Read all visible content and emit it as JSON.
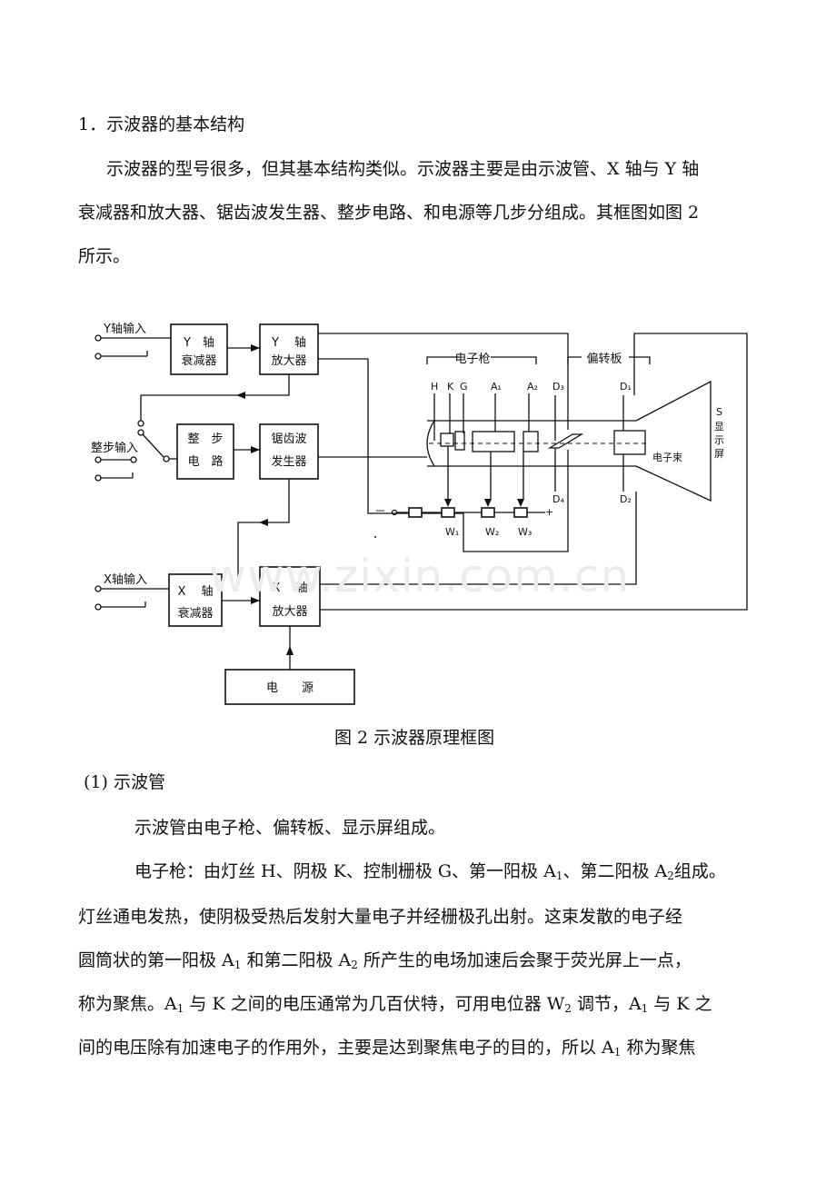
{
  "section_heading": "1．示波器的基本结构",
  "intro": {
    "line1": "示波器的型号很多，但其基本结构类似。示波器主要是由示波管、X 轴与 Y 轴",
    "line2": "衰减器和放大器、锯齿波发生器、整步电路、和电源等几步分组成。其框图如图 2",
    "line3": "所示。"
  },
  "diagram": {
    "y_input": "Y轴输入",
    "sync_input": "整步输入",
    "x_input": "X轴输入",
    "y_atten_1": "Y　轴",
    "y_atten_2": "衰减器",
    "y_amp_1": "Y　 轴",
    "y_amp_2": "放大器",
    "sync_1": "整　步",
    "sync_2": "电　路",
    "saw_1": "锯齿波",
    "saw_2": "发生器",
    "x_atten_1": "X　 轴",
    "x_atten_2": "衰减器",
    "x_amp_1": "X　 轴",
    "x_amp_2": "放大器",
    "power": "电　　源",
    "electron_gun": "电子枪",
    "deflection": "偏转板",
    "pin_h": "H",
    "pin_k": "K",
    "pin_g": "G",
    "pin_a1": "A₁",
    "pin_a2": "A₂",
    "pin_d3": "D₃",
    "pin_d1": "D₁",
    "pin_d4": "D₄",
    "pin_d2": "D₂",
    "beam": "电子束",
    "screen_s": "S",
    "screen_1": "显",
    "screen_2": "示",
    "screen_3": "屏",
    "minus": "－",
    "plus": "+",
    "w1": "W₁",
    "w2": "W₂",
    "w3": "W₃"
  },
  "watermark": "www.zixin.com.cn",
  "figure_caption": "图 2  示波器原理框图",
  "subsection_heading": "(1)  示波管",
  "body": {
    "p1": "示波管由电子枪、偏转板、显示屏组成。",
    "p2_a": "电子枪：由灯丝 H、阴极 K、控制栅极 G、第一阳极 A",
    "p2_sub1": "1",
    "p2_b": "、第二阳极 A",
    "p2_sub2": "2",
    "p2_c": "组成。",
    "l3": "灯丝通电发热，使阴极受热后发射大量电子并经栅极孔出射。这束发散的电子经",
    "l4_a": "圆筒状的第一阳极 A",
    "l4_sub1": "1",
    "l4_b": " 和第二阳极 A",
    "l4_sub2": "2",
    "l4_c": " 所产生的电场加速后会聚于荧光屏上一点，",
    "l5_a": "称为聚焦。A",
    "l5_sub1": "1",
    "l5_b": " 与 K  之间的电压通常为几百伏特，可用电位器 W",
    "l5_sub2": "2",
    "l5_c": " 调节，A",
    "l5_sub3": "1",
    "l5_d": " 与 K 之",
    "l6_a": "间的电压除有加速电子的作用外，主要是达到聚焦电子的目的，所以 A",
    "l6_sub1": "1",
    "l6_b": " 称为聚焦"
  }
}
